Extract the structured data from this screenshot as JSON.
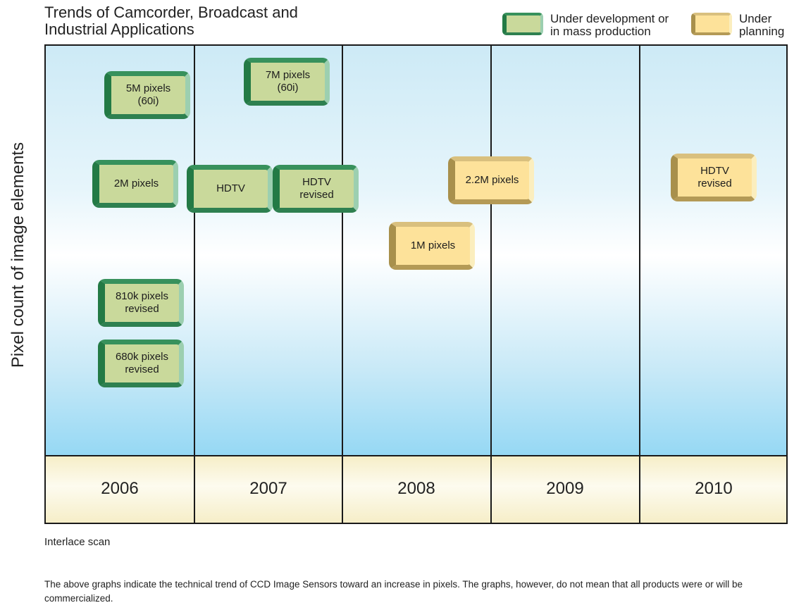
{
  "title": {
    "line1": "Trends of Camcorder, Broadcast and",
    "line2": "Industrial Applications"
  },
  "legend": {
    "development": {
      "line1": "Under development or",
      "line2": "in mass production",
      "color": "#c9d99b",
      "edge": "#237a45"
    },
    "planning": {
      "line1": "Under",
      "line2": "planning",
      "color": "#fde29a",
      "edge": "#a8904c"
    }
  },
  "y_axis_label": "Pixel count of image elements",
  "years": [
    "2006",
    "2007",
    "2008",
    "2009",
    "2010"
  ],
  "boxes": [
    {
      "line1": "5M pixels",
      "line2": "(60i)",
      "year": "2006",
      "status": "development"
    },
    {
      "line1": "2M pixels",
      "line2": "",
      "year": "2006",
      "status": "development"
    },
    {
      "line1": "810k pixels",
      "line2": "revised",
      "year": "2006",
      "status": "development"
    },
    {
      "line1": "680k pixels",
      "line2": "revised",
      "year": "2006",
      "status": "development"
    },
    {
      "line1": "7M pixels",
      "line2": "(60i)",
      "year": "2007",
      "status": "development"
    },
    {
      "line1": "HDTV",
      "line2": "",
      "year": "2007",
      "status": "development"
    },
    {
      "line1": "HDTV",
      "line2": "revised",
      "year": "2007",
      "status": "development"
    },
    {
      "line1": "2.2M pixels",
      "line2": "",
      "year": "2008",
      "status": "planning"
    },
    {
      "line1": "1M pixels",
      "line2": "",
      "year": "2008",
      "status": "planning"
    },
    {
      "line1": "HDTV",
      "line2": "revised",
      "year": "2010",
      "status": "planning"
    }
  ],
  "notes": {
    "scan": "Interlace scan",
    "disclaimer": "The above graphs indicate the technical trend of CCD Image Sensors toward an increase in pixels.  The graphs, however, do not mean that all products were or will be commercialized."
  }
}
